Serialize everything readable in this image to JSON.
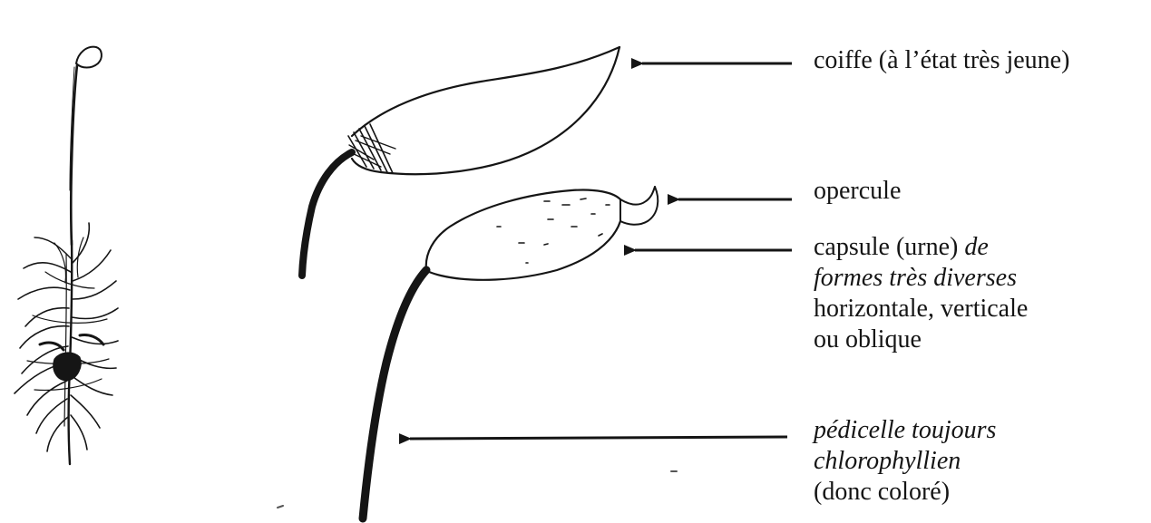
{
  "colors": {
    "ink": "#151515",
    "background": "#ffffff"
  },
  "labels": {
    "coiffe": "coiffe (à l’état très jeune)",
    "opercule": "opercule",
    "capsule": {
      "line1_plain": "capsule (urne) ",
      "line1_italic": "de",
      "line2_italic": "formes très diverses",
      "line3": "horizontale, verticale",
      "line4": "ou oblique"
    },
    "pedicelle": {
      "line1_italic": "pédicelle toujours",
      "line2_italic": "chlorophyllien",
      "line3": "(donc coloré)"
    }
  }
}
